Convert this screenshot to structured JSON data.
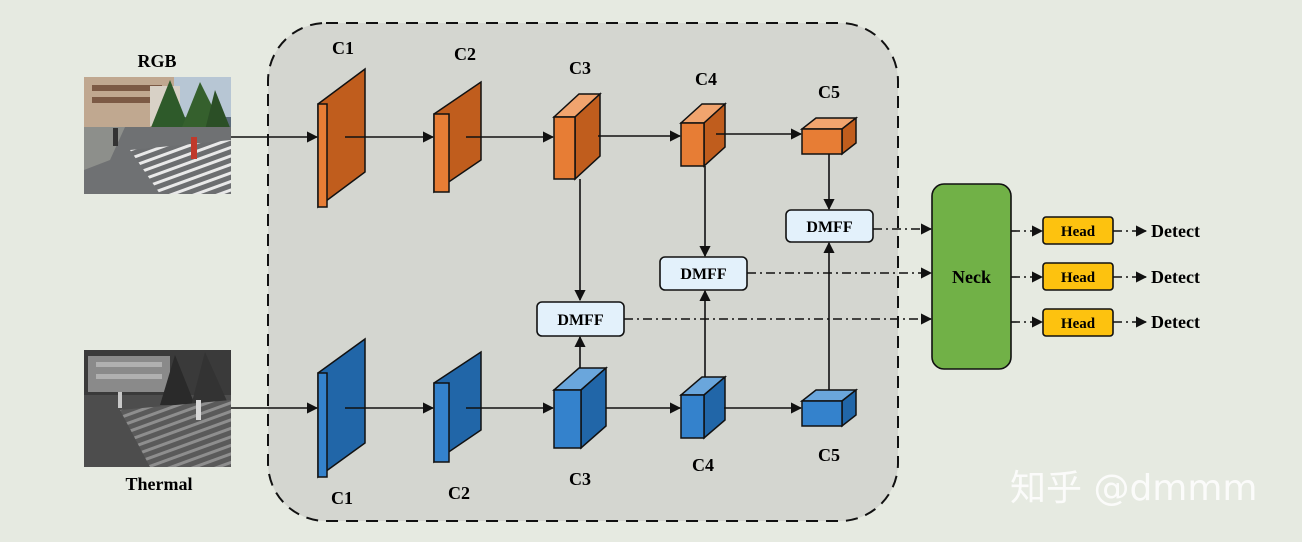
{
  "inputs": {
    "rgb_label": "RGB",
    "thermal_label": "Thermal"
  },
  "rgb_stages": [
    "C1",
    "C2",
    "C3",
    "C4",
    "C5"
  ],
  "thermal_stages": [
    "C1",
    "C2",
    "C3",
    "C4",
    "C5"
  ],
  "fusion": {
    "label": "DMFF"
  },
  "neck": {
    "label": "Neck"
  },
  "heads": [
    {
      "head": "Head",
      "output": "Detect"
    },
    {
      "head": "Head",
      "output": "Detect"
    },
    {
      "head": "Head",
      "output": "Detect"
    }
  ],
  "watermark": "知乎 @dmmm",
  "colors": {
    "background": "#e6eae1",
    "backbone_panel": "#d4d6d0",
    "rgb_block": "#e77d35",
    "thermal_block": "#3482cc",
    "fusion_box": "#e3f1fb",
    "neck": "#71b147",
    "head": "#fdc20f"
  }
}
